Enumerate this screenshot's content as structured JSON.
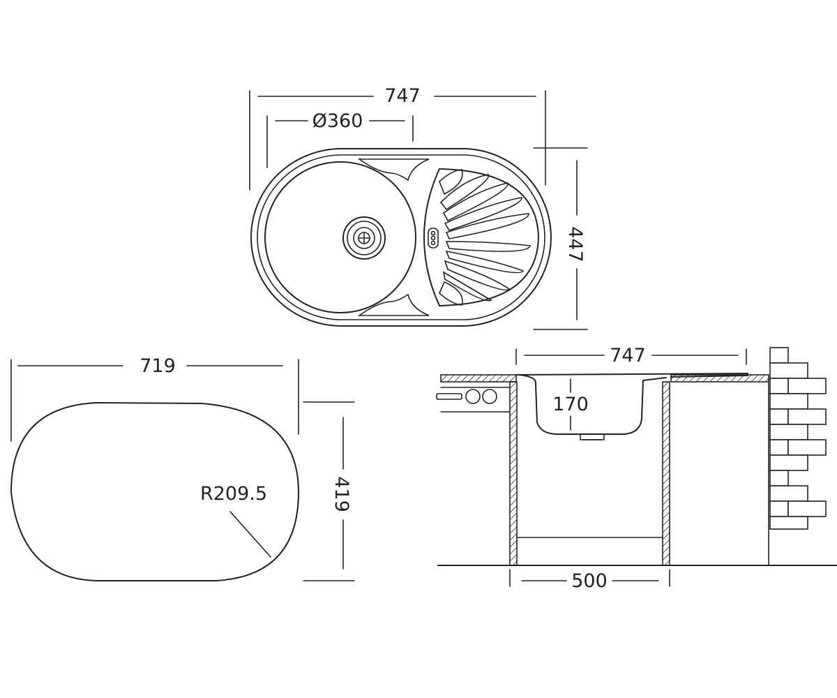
{
  "top_view": {
    "width_label": "747",
    "bowl_diameter_label": "Ø360",
    "depth_label": "447"
  },
  "cutout_view": {
    "width_label": "719",
    "depth_label": "419",
    "radius_label": "R209.5"
  },
  "section_view": {
    "width_label": "747",
    "bowl_depth_label": "170",
    "cabinet_width_label": "500"
  },
  "colors": {
    "line": "#222222",
    "background": "#ffffff"
  }
}
